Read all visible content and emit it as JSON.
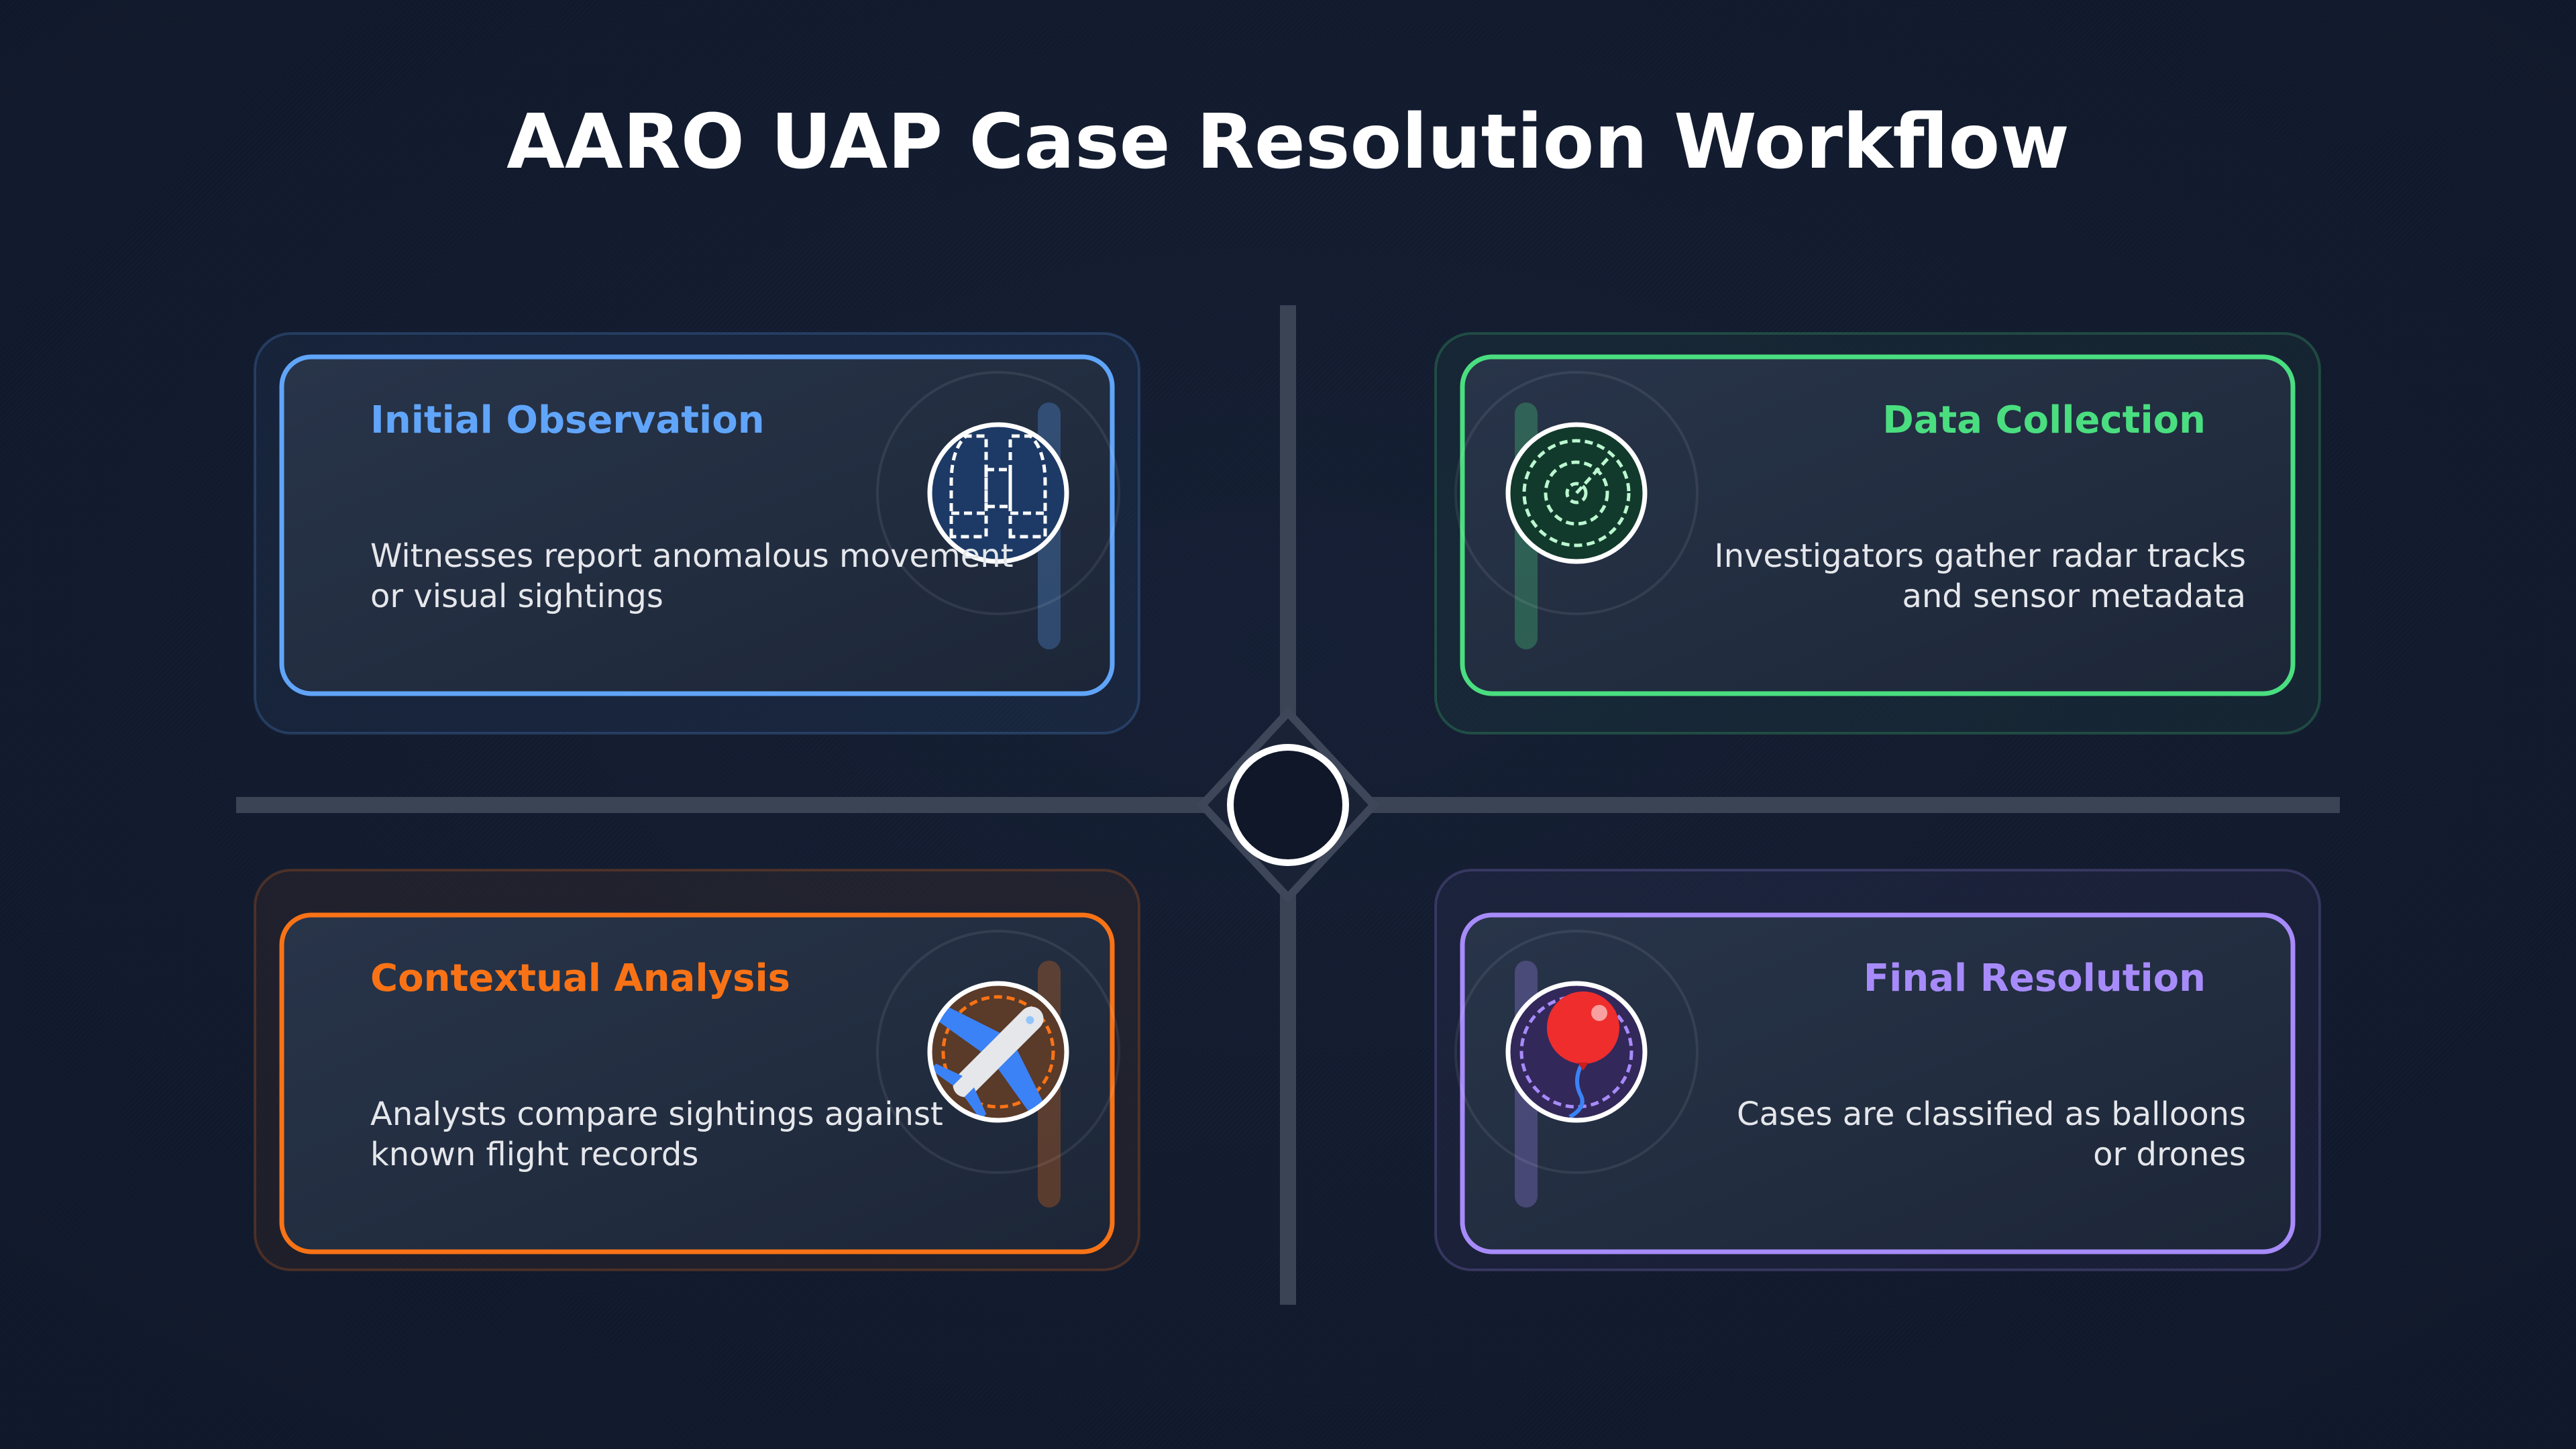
{
  "title": "AARO UAP Case Resolution Workflow",
  "steps": [
    {
      "id": "observation",
      "title": "Initial Observation",
      "lines": [
        "Witnesses report anomalous movement",
        "or visual sightings"
      ],
      "color": "#60a5fa",
      "icon": "binoculars-icon"
    },
    {
      "id": "data-collection",
      "title": "Data Collection",
      "lines": [
        "Investigators gather radar tracks",
        "and sensor metadata"
      ],
      "color": "#4ade80",
      "icon": "radar-icon"
    },
    {
      "id": "analysis",
      "title": "Contextual Analysis",
      "lines": [
        "Analysts compare sightings against",
        "known flight records"
      ],
      "color": "#f97316",
      "icon": "airplane-icon"
    },
    {
      "id": "resolution",
      "title": "Final Resolution",
      "lines": [
        "Cases are classified as balloons",
        "or drones"
      ],
      "color": "#a78bfa",
      "icon": "balloon-icon"
    }
  ],
  "colors": {
    "background": "#111a2b",
    "panel": "#1f2a3d",
    "axis": "#3a4455",
    "hub": "#0f1729",
    "text": "#e5e7eb",
    "title": "#ffffff"
  }
}
